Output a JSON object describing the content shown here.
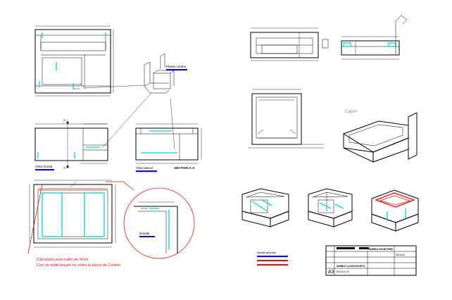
{
  "views": {
    "planta_cortina": "Planta cortina",
    "vista_frontal": "Vista frontal",
    "vista_lateral": "Vista lateral",
    "section": "SECTION A-A",
    "cajon": "Cajón",
    "detalle": "Detalle",
    "section_marker": "A"
  },
  "notes": {
    "line1": "Calculado para radio de 5mm",
    "line2": "Con un radio mayor no entra la pieza de Cortion"
  },
  "legend": {
    "title": "Medidas generales"
  },
  "title_block": {
    "sheet_size": "A3",
    "row1": "MUEBLE ESCRITORIO",
    "row2": "ESCALA",
    "row3": "MUEBLE CAJON ESCRITO",
    "row4": "ESCALA 1:5"
  },
  "colors": {
    "construction": "#00d8d8",
    "label_bar": "#0018c8",
    "annotation": "#e01818"
  }
}
